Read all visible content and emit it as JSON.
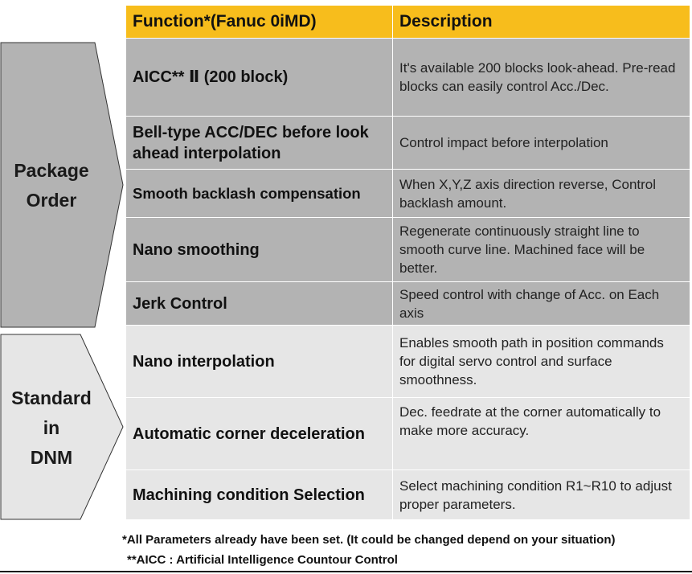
{
  "header": {
    "function": "Function*(Fanuc 0iMD)",
    "description": "Description"
  },
  "groups": {
    "package": {
      "label_lines": [
        "Package",
        "Order"
      ],
      "fill": "#b3b3b3"
    },
    "standard": {
      "label_lines": [
        "Standard",
        "in",
        "DNM"
      ],
      "fill": "#e6e6e6"
    }
  },
  "rows": [
    {
      "function": "AICC** Ⅱ (200 block)",
      "description": "It's available 200 blocks look-ahead. Pre-read blocks can easily control Acc./Dec."
    },
    {
      "function": "Bell-type ACC/DEC before look ahead interpolation",
      "description": "Control impact before interpolation"
    },
    {
      "function": "Smooth backlash compensation",
      "description": "When X,Y,Z axis direction reverse, Control backlash amount."
    },
    {
      "function": "Nano smoothing",
      "description": "Regenerate continuously straight line to smooth curve line. Machined face will be better."
    },
    {
      "function": "Jerk Control",
      "description": "Speed control with change of Acc. on Each axis"
    },
    {
      "function": "Nano interpolation",
      "description": "Enables smooth path in position commands for digital servo control and surface smoothness."
    },
    {
      "function": "Automatic corner deceleration",
      "description": "Dec. feedrate at the corner automatically to make more accuracy."
    },
    {
      "function": "Machining condition Selection",
      "description": "Select machining condition R1~R10 to adjust proper parameters."
    }
  ],
  "notes": [
    "*All Parameters already have been set. (It could be changed depend on your situation)",
    "**AICC : Artificial Intelligence Countour Control"
  ],
  "colors": {
    "header": "#f7bd1c",
    "dark_row": "#b3b3b3",
    "light_row": "#e6e6e6"
  }
}
